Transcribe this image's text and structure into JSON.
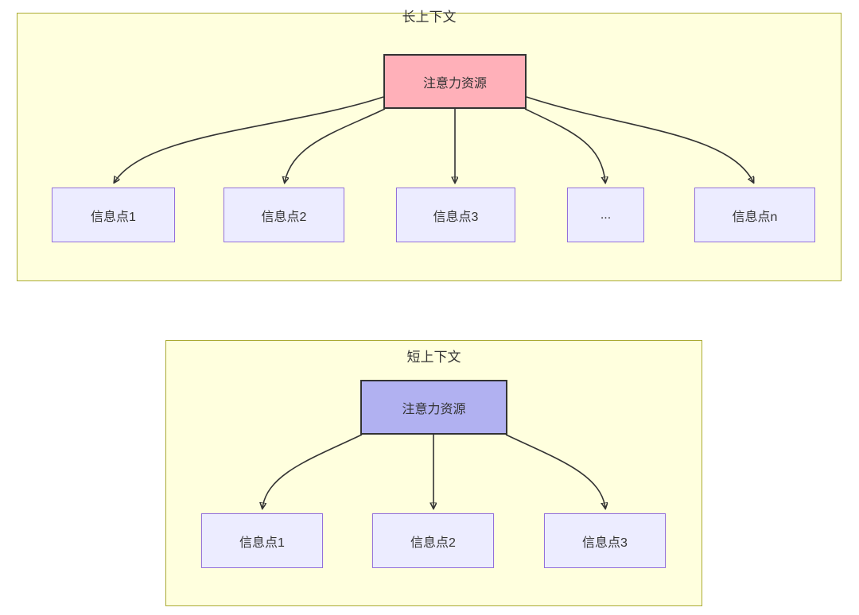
{
  "diagram": {
    "colors": {
      "cluster_fill": "#ffffde",
      "cluster_border": "#aaaa33",
      "node_fill": "#ECECFF",
      "node_border": "#9370DB",
      "attention_long_fill": "#ffb0b9",
      "attention_short_fill": "#b1b1f1",
      "attention_border": "#333333",
      "edge_color": "#333333",
      "text_color": "#333333",
      "page_bg": "#ffffff"
    },
    "long_context": {
      "title": "长上下文",
      "attention_label": "注意力资源",
      "nodes": [
        {
          "label": "信息点1"
        },
        {
          "label": "信息点2"
        },
        {
          "label": "信息点3"
        },
        {
          "label": "..."
        },
        {
          "label": "信息点n"
        }
      ]
    },
    "short_context": {
      "title": "短上下文",
      "attention_label": "注意力资源",
      "nodes": [
        {
          "label": "信息点1"
        },
        {
          "label": "信息点2"
        },
        {
          "label": "信息点3"
        }
      ]
    }
  }
}
